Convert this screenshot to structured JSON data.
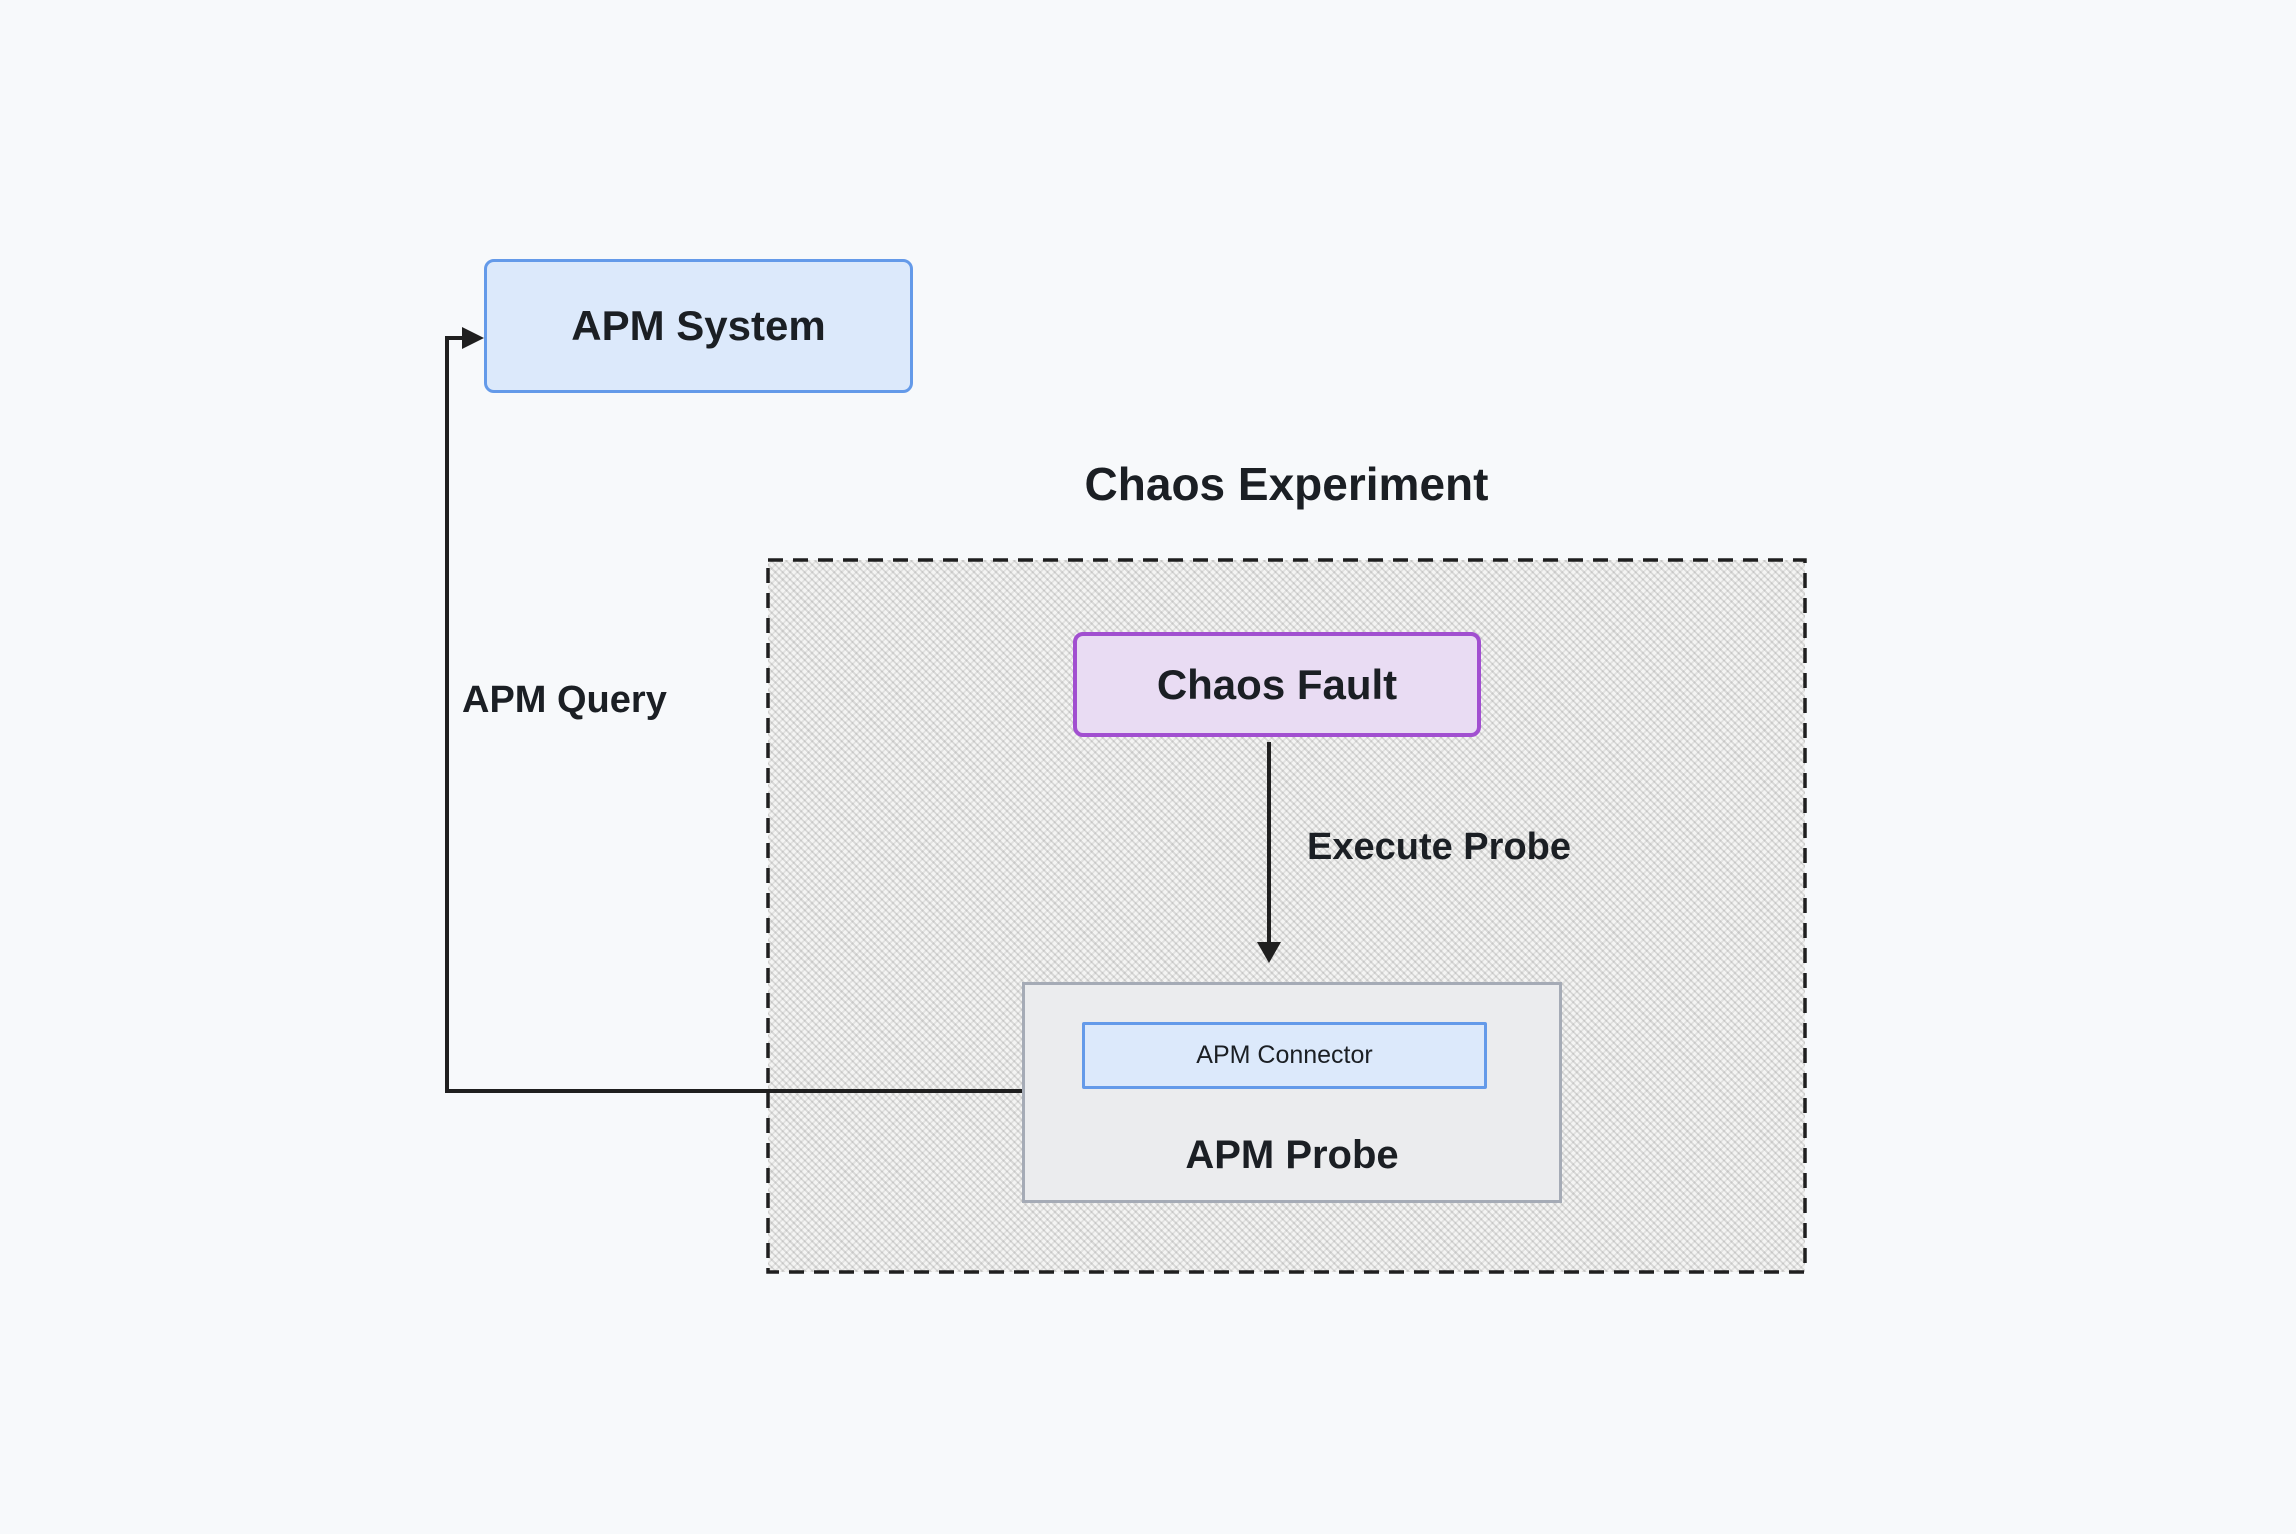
{
  "colors": {
    "page_bg": "#f7f9fb",
    "line": "#1f1f1f",
    "text": "#1b1f24",
    "blue_fill": "#dce9fb",
    "blue_border": "#649ae9",
    "purple_fill": "#e9dcf3",
    "purple_border": "#a14fd0",
    "gray_fill": "#ebecee",
    "gray_border": "#a5abb6",
    "hatch_base": "#f4f4f3"
  },
  "diagram": {
    "title": "Chaos Experiment",
    "nodes": {
      "apm_system": "APM System",
      "chaos_fault": "Chaos Fault",
      "apm_connector": "APM Connector",
      "apm_probe": "APM Probe"
    },
    "edge_labels": {
      "apm_query": "APM Query",
      "execute_probe": "Execute Probe"
    }
  }
}
